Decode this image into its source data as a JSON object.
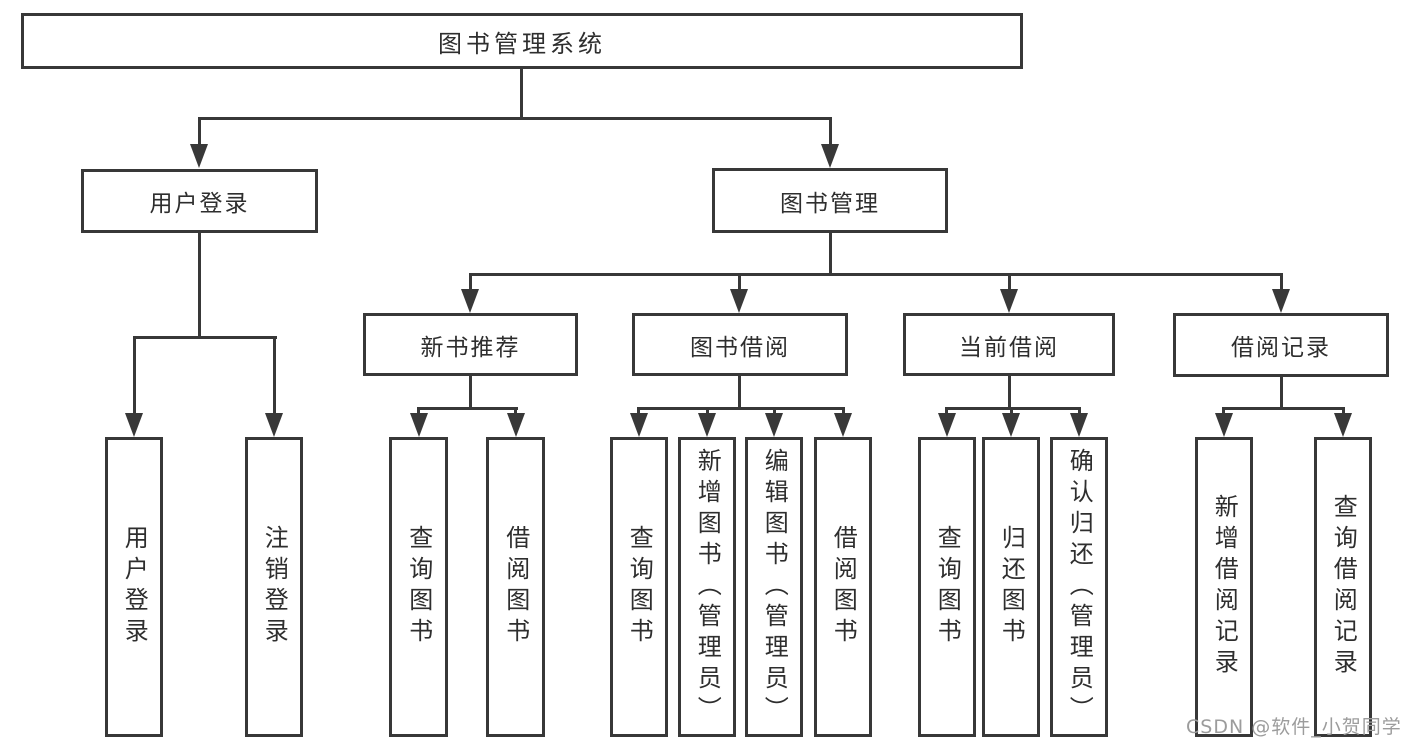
{
  "diagram_title": "图书管理系统",
  "tree": {
    "label": "图书管理系统",
    "children": [
      {
        "label": "用户登录",
        "children": [
          {
            "label": "用户登录"
          },
          {
            "label": "注销登录"
          }
        ]
      },
      {
        "label": "图书管理",
        "children": [
          {
            "label": "新书推荐",
            "children": [
              {
                "label": "查询图书"
              },
              {
                "label": "借阅图书"
              }
            ]
          },
          {
            "label": "图书借阅",
            "children": [
              {
                "label": "查询图书"
              },
              {
                "label": "新增图书（管理员）"
              },
              {
                "label": "编辑图书（管理员）"
              },
              {
                "label": "借阅图书"
              }
            ]
          },
          {
            "label": "当前借阅",
            "children": [
              {
                "label": "查询图书"
              },
              {
                "label": "归还图书"
              },
              {
                "label": "确认归还（管理员）"
              }
            ]
          },
          {
            "label": "借阅记录",
            "children": [
              {
                "label": "新增借阅记录"
              },
              {
                "label": "查询借阅记录"
              }
            ]
          }
        ]
      }
    ]
  },
  "watermark": {
    "text": "CSDN @软件_小贺同学"
  },
  "colors": {
    "line": "#383838",
    "node_text": "#2e2e2e",
    "background": "#ffffff",
    "watermark_text": "#9c9c9c"
  }
}
